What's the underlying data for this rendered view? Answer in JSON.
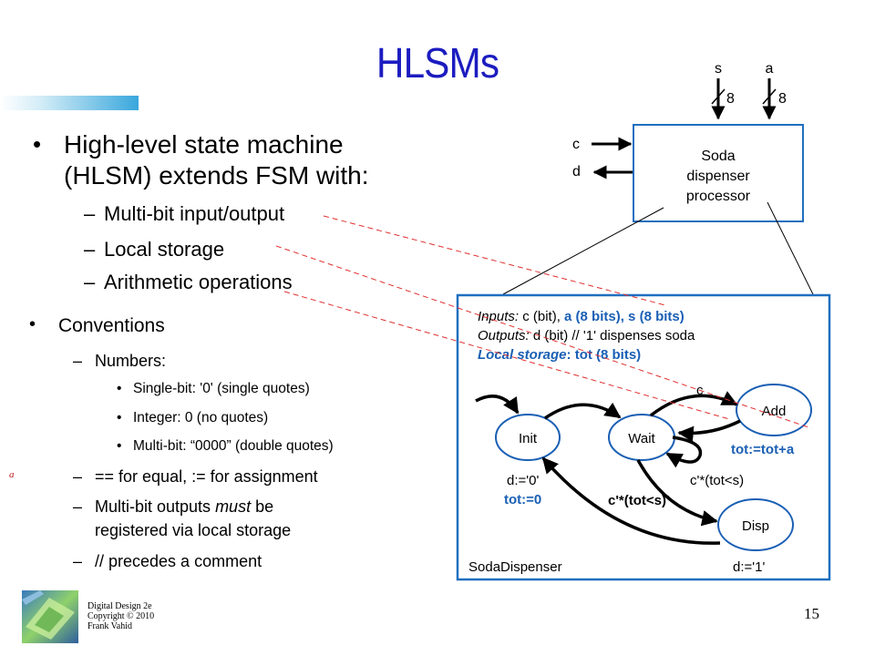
{
  "slide": {
    "title": "HLSMs",
    "page_number": "15",
    "footer": [
      "Digital Design 2e",
      "Copyright © 2010",
      "Frank Vahid"
    ],
    "corner_mark": "a"
  },
  "bullets": {
    "main": [
      "High-level state machine",
      "(HLSM) extends FSM with:"
    ],
    "sub": [
      "Multi-bit input/output",
      "Local storage",
      "Arithmetic operations"
    ]
  },
  "conventions": {
    "heading": "Conventions",
    "numbers_label": "Numbers:",
    "number_items": [
      "Single-bit: '0' (single quotes)",
      "Integer: 0 (no quotes)",
      "Multi-bit: “0000” (double quotes)"
    ],
    "rules": [
      [
        "== for equal, := for assignment"
      ],
      [
        "Multi-bit outputs must be",
        "registered via local storage"
      ],
      [
        "// precedes a comment"
      ]
    ],
    "italic_word": "must"
  },
  "processor": {
    "label": [
      "Soda",
      "dispenser",
      "processor"
    ],
    "input_s": "s",
    "input_a": "a",
    "width_s": "8",
    "width_a": "8",
    "input_c": "c",
    "output_d": "d"
  },
  "hlsm": {
    "inputs_label": "Inputs:",
    "inputs_c": " c (bit), ",
    "inputs_multibit": "a (8 bits), s (8 bits)",
    "outputs_label": "Outputs:",
    "outputs_text": " d (bit)  // '1' dispenses soda",
    "local_label": "Local storage",
    "local_text": ": tot (8 bits)",
    "states": {
      "init": "Init",
      "wait": "Wait",
      "add": "Add",
      "disp": "Disp"
    },
    "init_action_d": "d:='0'",
    "init_action_tot": "tot:=0",
    "add_action": "tot:=tot+a",
    "disp_action": "d:='1'",
    "trans_c": "c",
    "trans_wait_loop": "c'*(tot<s)",
    "trans_to_disp": "c'*(tot<s)'",
    "machine_name": "SodaDispenser"
  },
  "colors": {
    "title": "#1c1cc0",
    "state_border": "#1a5fb4",
    "diagram_box": "#1f6fbf",
    "accent_text": "#1a5fb4",
    "dashed": "#e03030"
  },
  "icons": [
    "logo-icon"
  ]
}
